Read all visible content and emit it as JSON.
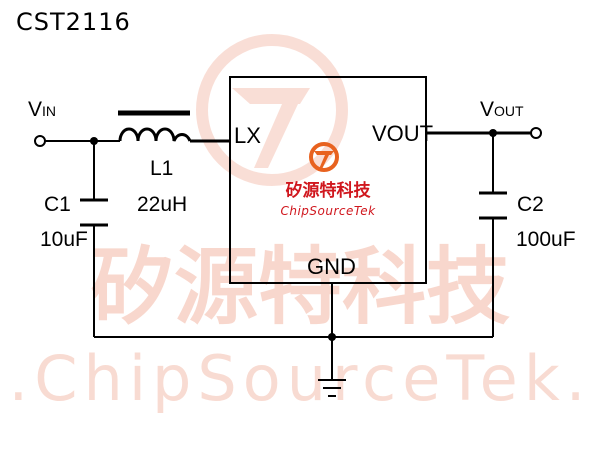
{
  "title": "CST2116",
  "watermark": {
    "chinese": "矽源特科技",
    "latin": ".ChipSourceTek.",
    "color": "#f3b8a6"
  },
  "logo": {
    "chinese": "矽源特科技",
    "latin": "ChipSourceTek",
    "color": "#e8621f",
    "text_color": "#d0171e"
  },
  "schematic": {
    "vin": {
      "main": "V",
      "sub": "IN"
    },
    "vout": {
      "main": "V",
      "sub": "OUT"
    },
    "l1": {
      "ref": "L1",
      "value": "22uH"
    },
    "c1": {
      "ref": "C1",
      "value": "10uF"
    },
    "c2": {
      "ref": "C2",
      "value": "100uF"
    },
    "ic": {
      "lx": "LX",
      "vout": "VOUT",
      "gnd": "GND"
    }
  }
}
